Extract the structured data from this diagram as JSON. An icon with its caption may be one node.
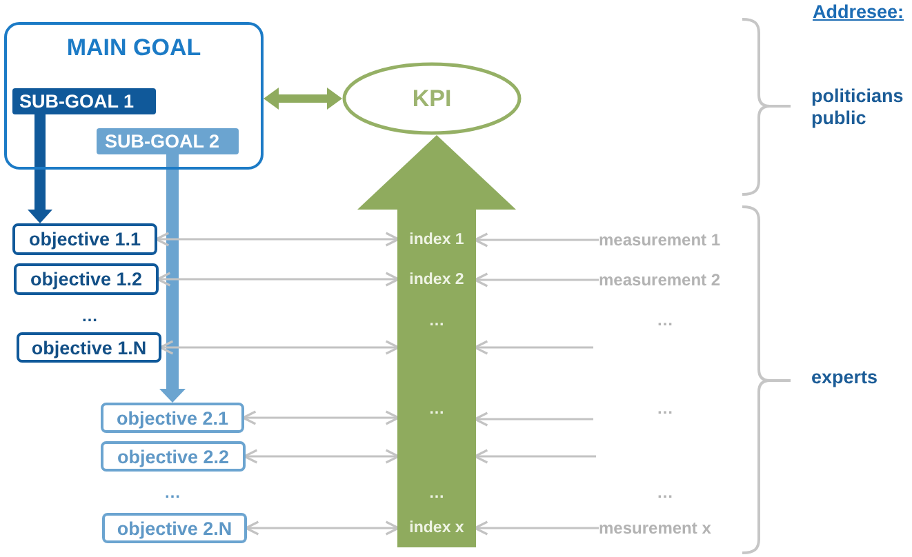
{
  "diagram": {
    "nodes": [
      {
        "text": [
          "MAIN GOAL"
        ]
      },
      {
        "text": [
          "SUB-GOAL 1"
        ],
        "in": 0
      },
      {
        "text": [
          "SUB-GOAL 2"
        ],
        "in": 0
      },
      {
        "text": [
          "KPI"
        ]
      },
      {
        "text": [
          "index 1",
          "index 2",
          "…",
          "…",
          "…",
          "index x"
        ]
      },
      {
        "text": [
          "objective 1.1"
        ]
      },
      {
        "text": [
          "measurement 1"
        ]
      },
      {
        "text": [
          "objective 1.2"
        ]
      },
      {
        "text": [
          "measurement 2"
        ]
      },
      {
        "text": [
          "objective 1.N"
        ]
      },
      {
        "text": [
          "objective 2.1"
        ]
      },
      {
        "text": [
          "objective 2.2"
        ]
      },
      {
        "text": [
          "objective 2.N"
        ]
      },
      {
        "text": [
          "mesurement x"
        ]
      }
    ],
    "edges": [
      {
        "from": 0,
        "to": 3,
        "arrow": "both",
        "style": "thick",
        "color": "#8fab5e"
      },
      {
        "from": 1,
        "to": 5,
        "arrow": "to",
        "style": "thick",
        "color": "#10599a"
      },
      {
        "from": 2,
        "to": 10,
        "arrow": "to",
        "style": "thick",
        "color": "#6ba4d0"
      },
      {
        "from": 4,
        "to": 3,
        "arrow": "to",
        "style": "thick",
        "color": "#8fab5e"
      },
      {
        "from": 5,
        "to": 4,
        "arrow": "both"
      },
      {
        "from": 6,
        "to": 4,
        "arrow": "to"
      },
      {
        "from": 7,
        "to": 4,
        "arrow": "both"
      },
      {
        "from": 8,
        "to": 4,
        "arrow": "to"
      },
      {
        "from": 9,
        "to": 4,
        "arrow": "both"
      },
      {
        "from": null,
        "to": 4,
        "arrow": "to"
      },
      {
        "from": 10,
        "to": 4,
        "arrow": "both"
      },
      {
        "from": null,
        "to": 4,
        "arrow": "to"
      },
      {
        "from": 11,
        "to": 4,
        "arrow": "both"
      },
      {
        "from": null,
        "to": 4,
        "arrow": "to"
      },
      {
        "from": 12,
        "to": 4,
        "arrow": "both"
      },
      {
        "from": 13,
        "to": 4,
        "arrow": "to"
      }
    ],
    "labels": [
      "Addresee:",
      "politicians public",
      "…",
      "…",
      "experts",
      "…",
      "…",
      "…"
    ]
  }
}
